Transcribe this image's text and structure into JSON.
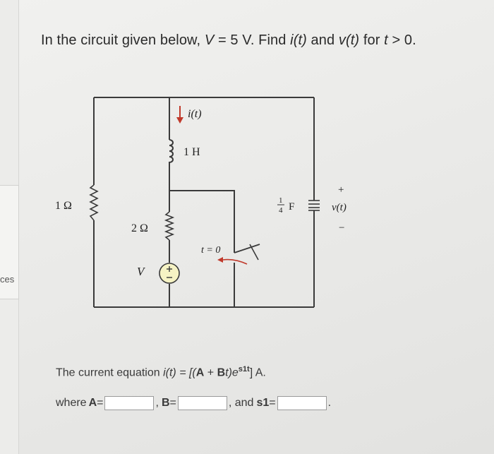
{
  "question": {
    "part1": "In the circuit given below, ",
    "var_v": "V",
    "part2": " = 5 V. Find ",
    "var_i": "i",
    "arg1": "(t)",
    "part3": " and ",
    "var_v2": "v",
    "arg2": "(t)",
    "part4": " for ",
    "var_t": "t",
    "part5": " > 0."
  },
  "circuit": {
    "current_label": "i(t)",
    "inductor_label": "1 H",
    "r1_label": "1 Ω",
    "r2_label": "2 Ω",
    "source_label": "V",
    "switch_label": "t = 0",
    "cap_num": "1",
    "cap_den": "4",
    "cap_unit": "F",
    "v_plus": "+",
    "v_label": "v(t)",
    "v_minus": "−"
  },
  "equation": {
    "prefix": "The current equation ",
    "lhs": "i(t) = [(",
    "A": "A",
    "plus": " + ",
    "B": "B",
    "t_e": "t)e",
    "exp": "s1t",
    "suffix": "] A."
  },
  "answers": {
    "where": "where",
    "A_label": "A",
    "B_label": "B",
    "s1_label": "s1",
    "eq": " = ",
    "and": ", and",
    "comma": ",",
    "period": ".",
    "A_value": "",
    "B_value": "",
    "s1_value": ""
  },
  "sidebar": {
    "fragment": "ces"
  }
}
